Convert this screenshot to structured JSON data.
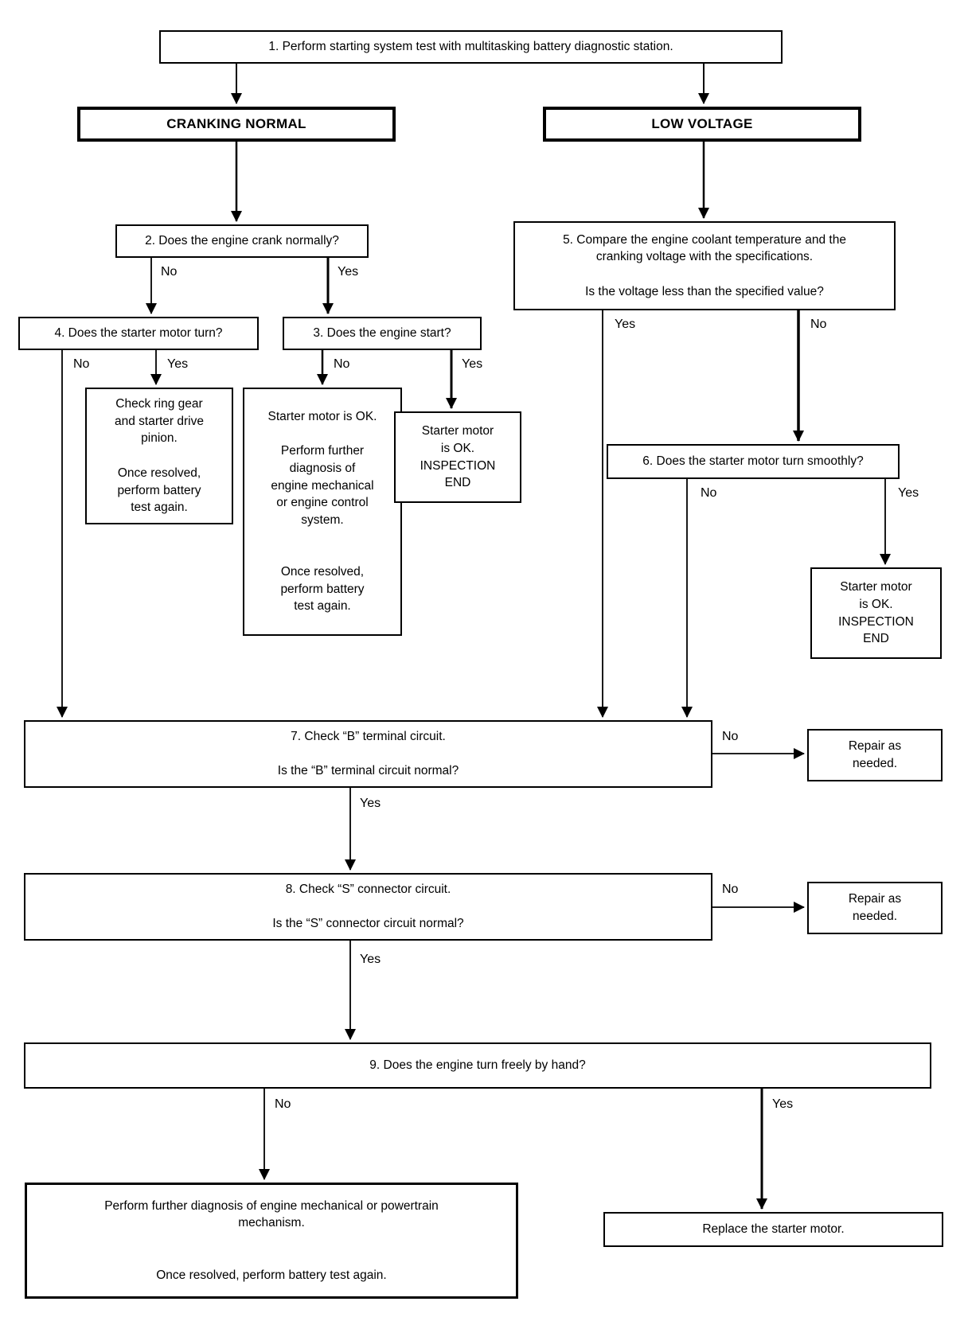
{
  "diagram": {
    "type": "flowchart",
    "subject": "Starting system / starter motor diagnostic procedure"
  },
  "nodes": {
    "step1": {
      "label": "1. Perform starting system test with multitasking battery diagnostic station."
    },
    "cranking": {
      "label": "CRANKING NORMAL"
    },
    "lowvoltage": {
      "label": "LOW VOLTAGE"
    },
    "step2": {
      "label": "2. Does the engine crank normally?"
    },
    "step4": {
      "label": "4. Does the starter motor turn?"
    },
    "step3": {
      "label": "3. Does the engine start?"
    },
    "ringgear": {
      "label": "Check ring gear\nand starter drive\npinion.\n\nOnce resolved,\nperform battery\ntest again."
    },
    "sm_ok_diag": {
      "label": "Starter motor is OK.\n\nPerform further\ndiagnosis of\nengine mechanical\nor engine control\nsystem.\n\n\nOnce resolved,\nperform battery\ntest again."
    },
    "sm_ok_end1": {
      "label": "Starter motor\nis OK.\nINSPECTION\nEND"
    },
    "step5": {
      "label": "5. Compare the engine coolant temperature and the\ncranking voltage with the specifications.\n\nIs the voltage less than the specified value?"
    },
    "step6": {
      "label": "6. Does the starter motor turn smoothly?"
    },
    "sm_ok_end2": {
      "label": "Starter motor\nis OK.\nINSPECTION\nEND"
    },
    "step7": {
      "label": "7. Check “B” terminal circuit.\n\nIs the “B” terminal circuit normal?"
    },
    "repair1": {
      "label": "Repair as\nneeded."
    },
    "step8": {
      "label": "8. Check “S” connector circuit.\n\nIs the “S” connector circuit normal?"
    },
    "repair2": {
      "label": "Repair as\nneeded."
    },
    "step9": {
      "label": "9. Does the engine turn freely by hand?"
    },
    "diag_further": {
      "label": "Perform further diagnosis of engine mechanical or powertrain\nmechanism.\n\n\nOnce resolved, perform battery test again."
    },
    "replace": {
      "label": "Replace the starter motor."
    }
  },
  "edges": {
    "step2_no": {
      "label": "No"
    },
    "step2_yes": {
      "label": "Yes"
    },
    "step4_no": {
      "label": "No"
    },
    "step4_yes": {
      "label": "Yes"
    },
    "step3_no": {
      "label": "No"
    },
    "step3_yes": {
      "label": "Yes"
    },
    "step5_yes": {
      "label": "Yes"
    },
    "step5_no": {
      "label": "No"
    },
    "step6_no": {
      "label": "No"
    },
    "step6_yes": {
      "label": "Yes"
    },
    "step7_no": {
      "label": "No"
    },
    "step7_yes": {
      "label": "Yes"
    },
    "step8_no": {
      "label": "No"
    },
    "step8_yes": {
      "label": "Yes"
    },
    "step9_no": {
      "label": "No"
    },
    "step9_yes": {
      "label": "Yes"
    }
  },
  "colors": {
    "line": "#000000",
    "background": "#ffffff",
    "text": "#000000"
  }
}
